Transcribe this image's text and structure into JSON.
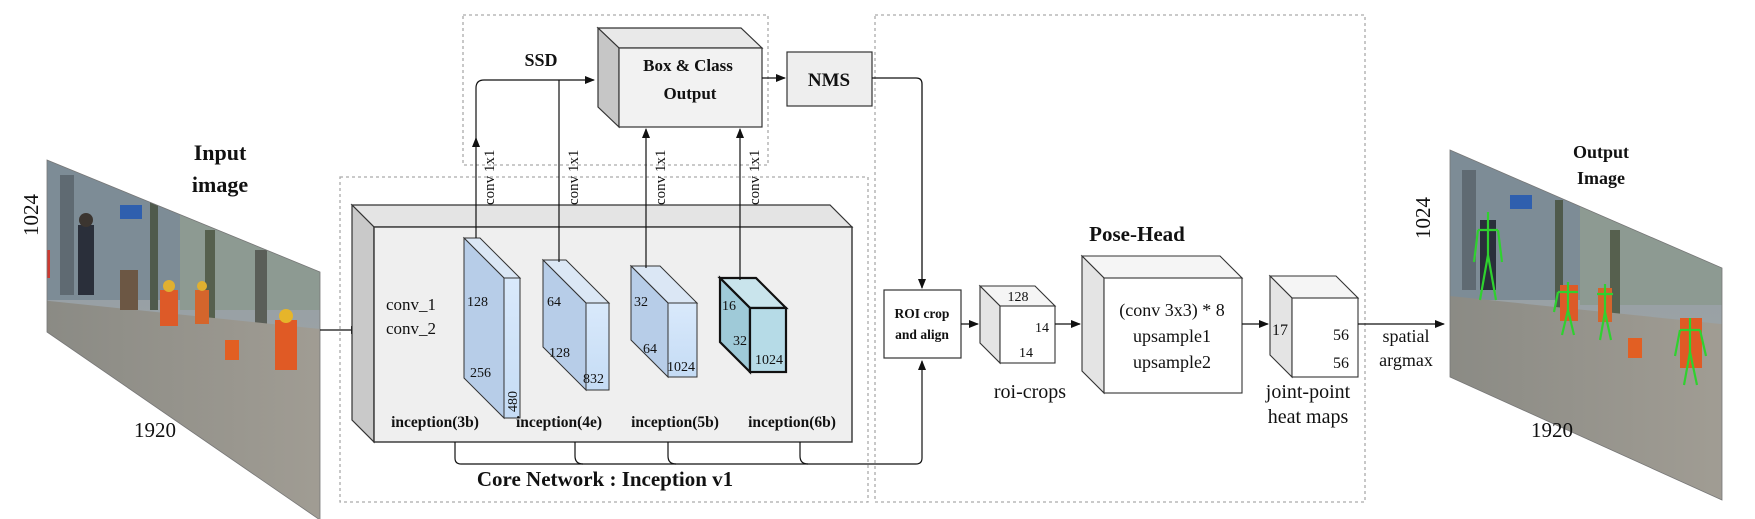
{
  "input": {
    "title_line1": "Input",
    "title_line2": "image",
    "height_label": "1024",
    "width_label": "1920"
  },
  "output": {
    "title_line1": "Output",
    "title_line2": "Image",
    "height_label": "1024",
    "width_label": "1920"
  },
  "ssd": {
    "label": "SSD",
    "box_class_line1": "Box & Class",
    "box_class_line2": "Output",
    "nms": "NMS",
    "conv_labels": [
      "conv 1x1",
      "conv 1x1",
      "conv 1x1",
      "conv 1x1"
    ]
  },
  "core": {
    "label": "Core Network : Inception v1",
    "conv_line1": "conv_1",
    "conv_line2": "conv_2",
    "blocks": [
      {
        "name": "inception(3b)",
        "d1": "128",
        "d2": "256",
        "d3": "480"
      },
      {
        "name": "inception(4e)",
        "d1": "64",
        "d2": "128",
        "d3": "832"
      },
      {
        "name": "inception(5b)",
        "d1": "32",
        "d2": "64",
        "d3": "1024"
      },
      {
        "name": "inception(6b)",
        "d1": "16",
        "d2": "32",
        "d3": "1024"
      }
    ]
  },
  "roi": {
    "line1": "ROI crop",
    "line2": "and align",
    "crops_label": "roi-crops",
    "d1": "128",
    "d2": "14",
    "d3": "14"
  },
  "pose": {
    "title": "Pose-Head",
    "line1": "(conv 3x3) * 8",
    "line2": "upsample1",
    "line3": "upsample2",
    "heat_d1": "17",
    "heat_d2": "56",
    "heat_d3": "56",
    "heat_label_line1": "joint-point",
    "heat_label_line2": "heat maps",
    "argmax_line1": "spatial",
    "argmax_line2": "argmax"
  }
}
